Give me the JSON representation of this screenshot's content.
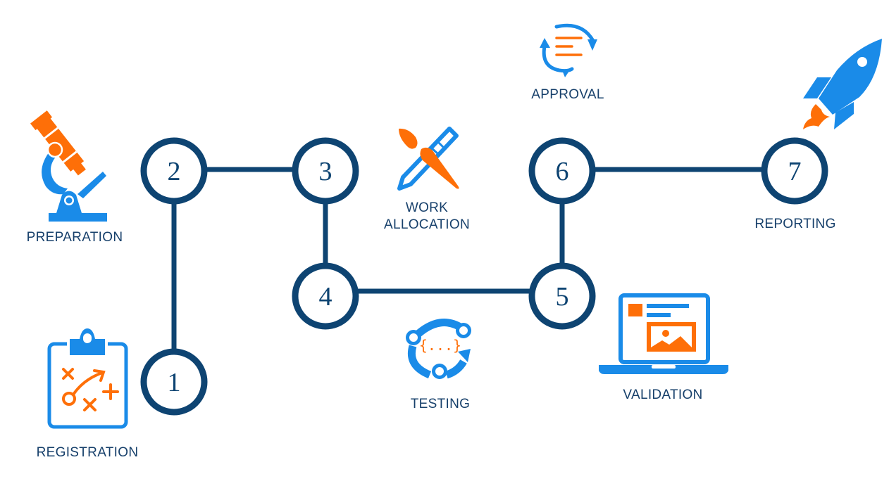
{
  "colors": {
    "line": "#0e4472",
    "blue": "#1a8be8",
    "orange": "#fe6f08",
    "label": "#17406b"
  },
  "steps": [
    {
      "number": "1",
      "label": "REGISTRATION",
      "icon": "clipboard-strategy-icon"
    },
    {
      "number": "2",
      "label": "PREPARATION",
      "icon": "microscope-icon"
    },
    {
      "number": "3",
      "label_lines": [
        "WORK",
        "ALLOCATION"
      ],
      "icon": "brush-pencil-icon"
    },
    {
      "number": "4",
      "label": "TESTING",
      "icon": "collaboration-cycle-icon"
    },
    {
      "number": "5",
      "label": "VALIDATION",
      "icon": "laptop-icon"
    },
    {
      "number": "6",
      "label": "APPROVAL",
      "icon": "refresh-document-icon"
    },
    {
      "number": "7",
      "label": "REPORTING",
      "icon": "rocket-icon"
    }
  ]
}
